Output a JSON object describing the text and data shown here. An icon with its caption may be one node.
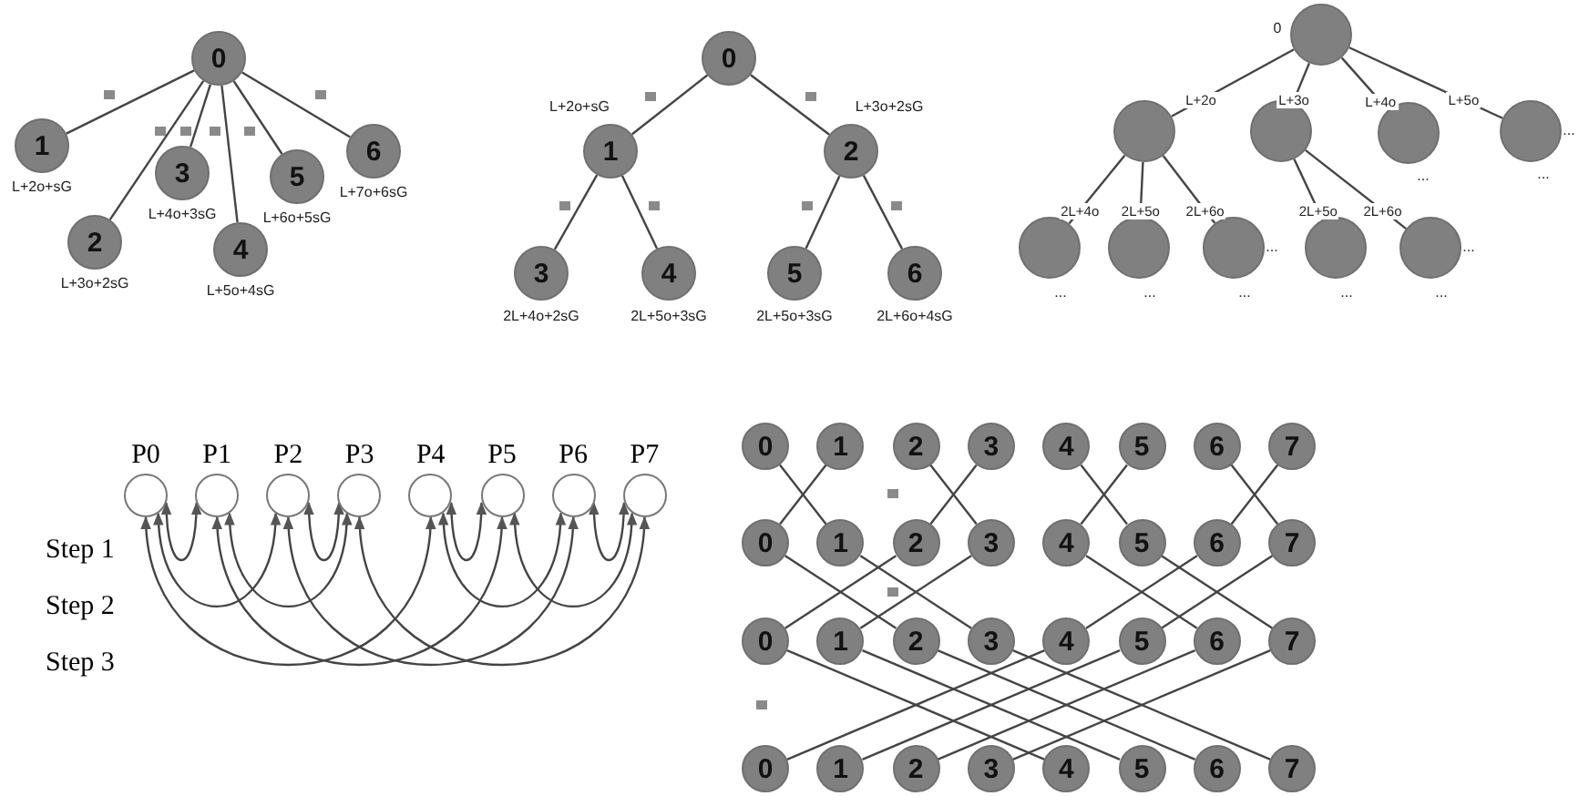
{
  "diagram": {
    "nodes": [
      {
        "text": [
          "0"
        ]
      },
      {
        "text": [
          "1"
        ],
        "beside": [
          "L+2o+sG"
        ]
      },
      {
        "text": [
          "2"
        ],
        "beside": [
          "L+3o+2sG"
        ]
      },
      {
        "text": [
          "3"
        ],
        "beside": [
          "L+4o+3sG"
        ]
      },
      {
        "text": [
          "4"
        ],
        "beside": [
          "L+5o+4sG"
        ]
      },
      {
        "text": [
          "5"
        ],
        "beside": [
          "L+6o+5sG"
        ]
      },
      {
        "text": [
          "6"
        ],
        "beside": [
          "L+7o+6sG"
        ]
      },
      {
        "text": [
          "0"
        ]
      },
      {
        "text": [
          "1"
        ],
        "beside": [
          "L+2o+sG"
        ]
      },
      {
        "text": [
          "2"
        ],
        "beside": [
          "L+3o+2sG"
        ]
      },
      {
        "text": [
          "3"
        ],
        "beside": [
          "2L+4o+2sG"
        ]
      },
      {
        "text": [
          "4"
        ],
        "beside": [
          "2L+5o+3sG"
        ]
      },
      {
        "text": [
          "5"
        ],
        "beside": [
          "2L+5o+3sG"
        ]
      },
      {
        "text": [
          "6"
        ],
        "beside": [
          "2L+6o+4sG"
        ]
      },
      {
        "text": [],
        "shape": "circle",
        "beside": [
          "0"
        ]
      },
      {
        "text": [],
        "shape": "circle"
      },
      {
        "text": [],
        "shape": "circle"
      },
      {
        "text": [],
        "shape": "circle",
        "beside": [
          "..."
        ]
      },
      {
        "text": [],
        "shape": "circle",
        "beside": [
          "...",
          "..."
        ]
      },
      {
        "text": [],
        "shape": "circle",
        "beside": [
          "..."
        ]
      },
      {
        "text": [],
        "shape": "circle",
        "beside": [
          "..."
        ]
      },
      {
        "text": [],
        "shape": "circle",
        "beside": [
          "...",
          "..."
        ]
      },
      {
        "text": [],
        "shape": "circle",
        "beside": [
          "..."
        ]
      },
      {
        "text": [],
        "shape": "circle",
        "beside": [
          "...",
          "..."
        ]
      },
      {
        "text": [
          "P0"
        ]
      },
      {
        "text": [
          "P1"
        ]
      },
      {
        "text": [
          "P2"
        ]
      },
      {
        "text": [
          "P3"
        ]
      },
      {
        "text": [
          "P4"
        ]
      },
      {
        "text": [
          "P5"
        ]
      },
      {
        "text": [
          "P6"
        ]
      },
      {
        "text": [
          "P7"
        ]
      },
      {
        "text": [
          "0"
        ]
      },
      {
        "text": [
          "1"
        ]
      },
      {
        "text": [
          "2"
        ]
      },
      {
        "text": [
          "3"
        ]
      },
      {
        "text": [
          "4"
        ]
      },
      {
        "text": [
          "5"
        ]
      },
      {
        "text": [
          "6"
        ]
      },
      {
        "text": [
          "7"
        ]
      },
      {
        "text": [
          "0"
        ]
      },
      {
        "text": [
          "1"
        ]
      },
      {
        "text": [
          "2"
        ]
      },
      {
        "text": [
          "3"
        ]
      },
      {
        "text": [
          "4"
        ]
      },
      {
        "text": [
          "5"
        ]
      },
      {
        "text": [
          "6"
        ]
      },
      {
        "text": [
          "7"
        ]
      },
      {
        "text": [
          "0"
        ]
      },
      {
        "text": [
          "1"
        ]
      },
      {
        "text": [
          "2"
        ]
      },
      {
        "text": [
          "3"
        ]
      },
      {
        "text": [
          "4"
        ]
      },
      {
        "text": [
          "5"
        ]
      },
      {
        "text": [
          "6"
        ]
      },
      {
        "text": [
          "7"
        ]
      },
      {
        "text": [
          "0"
        ]
      },
      {
        "text": [
          "1"
        ]
      },
      {
        "text": [
          "2"
        ]
      },
      {
        "text": [
          "3"
        ]
      },
      {
        "text": [
          "4"
        ]
      },
      {
        "text": [
          "5"
        ]
      },
      {
        "text": [
          "6"
        ]
      },
      {
        "text": [
          "7"
        ]
      }
    ],
    "edges": [
      {
        "from": 0,
        "to": 1,
        "arrow": "none"
      },
      {
        "from": 0,
        "to": 2,
        "arrow": "none"
      },
      {
        "from": 0,
        "to": 3,
        "arrow": "none"
      },
      {
        "from": 0,
        "to": 4,
        "arrow": "none"
      },
      {
        "from": 0,
        "to": 5,
        "arrow": "none"
      },
      {
        "from": 0,
        "to": 6,
        "arrow": "none"
      },
      {
        "from": 7,
        "to": 8,
        "arrow": "none"
      },
      {
        "from": 7,
        "to": 9,
        "arrow": "none"
      },
      {
        "from": 8,
        "to": 10,
        "arrow": "none"
      },
      {
        "from": 8,
        "to": 11,
        "arrow": "none"
      },
      {
        "from": 9,
        "to": 12,
        "arrow": "none"
      },
      {
        "from": 9,
        "to": 13,
        "arrow": "none"
      },
      {
        "from": 14,
        "to": 15,
        "arrow": "none",
        "label": "L+2o"
      },
      {
        "from": 14,
        "to": 16,
        "arrow": "none",
        "label": "L+3o"
      },
      {
        "from": 14,
        "to": 17,
        "arrow": "none",
        "label": "L+4o"
      },
      {
        "from": 14,
        "to": 18,
        "arrow": "none",
        "label": "L+5o"
      },
      {
        "from": 15,
        "to": 19,
        "arrow": "none",
        "label": "2L+4o"
      },
      {
        "from": 15,
        "to": 20,
        "arrow": "none",
        "label": "2L+5o"
      },
      {
        "from": 15,
        "to": 21,
        "arrow": "none",
        "label": "2L+6o"
      },
      {
        "from": 16,
        "to": 22,
        "arrow": "none",
        "label": "2L+5o"
      },
      {
        "from": 16,
        "to": 23,
        "arrow": "none",
        "label": "2L+6o"
      },
      {
        "from": 24,
        "to": 25,
        "arrow": "both"
      },
      {
        "from": 26,
        "to": 27,
        "arrow": "both"
      },
      {
        "from": 28,
        "to": 29,
        "arrow": "both"
      },
      {
        "from": 30,
        "to": 31,
        "arrow": "both"
      },
      {
        "from": 24,
        "to": 26,
        "arrow": "both"
      },
      {
        "from": 25,
        "to": 27,
        "arrow": "both"
      },
      {
        "from": 28,
        "to": 30,
        "arrow": "both"
      },
      {
        "from": 29,
        "to": 31,
        "arrow": "both"
      },
      {
        "from": 24,
        "to": 28,
        "arrow": "both"
      },
      {
        "from": 25,
        "to": 29,
        "arrow": "both"
      },
      {
        "from": 26,
        "to": 30,
        "arrow": "both"
      },
      {
        "from": 27,
        "to": 31,
        "arrow": "both"
      },
      {
        "from": 32,
        "to": 41,
        "arrow": "none"
      },
      {
        "from": 33,
        "to": 40,
        "arrow": "none"
      },
      {
        "from": 34,
        "to": 43,
        "arrow": "none"
      },
      {
        "from": 35,
        "to": 42,
        "arrow": "none"
      },
      {
        "from": 36,
        "to": 45,
        "arrow": "none"
      },
      {
        "from": 37,
        "to": 44,
        "arrow": "none"
      },
      {
        "from": 38,
        "to": 47,
        "arrow": "none"
      },
      {
        "from": 39,
        "to": 46,
        "arrow": "none"
      },
      {
        "from": 40,
        "to": 50,
        "arrow": "none"
      },
      {
        "from": 41,
        "to": 51,
        "arrow": "none"
      },
      {
        "from": 42,
        "to": 48,
        "arrow": "none"
      },
      {
        "from": 43,
        "to": 49,
        "arrow": "none"
      },
      {
        "from": 44,
        "to": 54,
        "arrow": "none"
      },
      {
        "from": 45,
        "to": 55,
        "arrow": "none"
      },
      {
        "from": 46,
        "to": 52,
        "arrow": "none"
      },
      {
        "from": 47,
        "to": 53,
        "arrow": "none"
      },
      {
        "from": 48,
        "to": 60,
        "arrow": "none"
      },
      {
        "from": 49,
        "to": 61,
        "arrow": "none"
      },
      {
        "from": 50,
        "to": 62,
        "arrow": "none"
      },
      {
        "from": 51,
        "to": 63,
        "arrow": "none"
      },
      {
        "from": 52,
        "to": 56,
        "arrow": "none"
      },
      {
        "from": 53,
        "to": 57,
        "arrow": "none"
      },
      {
        "from": 54,
        "to": 58,
        "arrow": "none"
      },
      {
        "from": 55,
        "to": 59,
        "arrow": "none"
      }
    ],
    "labels": [
      "Step 1",
      "Step 2",
      "Step 3"
    ]
  }
}
